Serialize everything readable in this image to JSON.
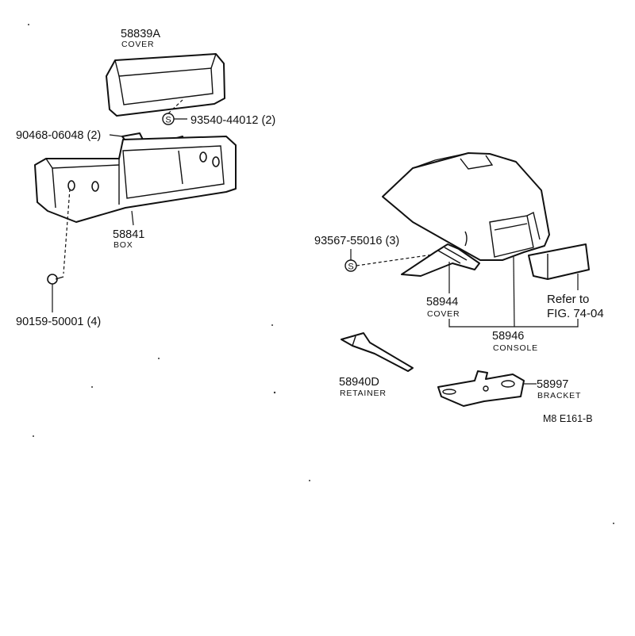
{
  "diagram": {
    "code": "M8 E161-B",
    "parts": [
      {
        "number": "58839A",
        "name": "COVER"
      },
      {
        "number": "93540-44012 (2)",
        "name": ""
      },
      {
        "number": "90468-06048 (2)",
        "name": ""
      },
      {
        "number": "58841",
        "name": "BOX"
      },
      {
        "number": "90159-50001 (4)",
        "name": ""
      },
      {
        "number": "93567-55016 (3)",
        "name": ""
      },
      {
        "number": "58944",
        "name": "COVER"
      },
      {
        "number": "58946",
        "name": "CONSOLE"
      },
      {
        "number": "58940D",
        "name": "RETAINER"
      },
      {
        "number": "58997",
        "name": "BRACKET"
      }
    ],
    "reference": {
      "line1": "Refer to",
      "line2": "FIG. 74-04"
    },
    "screw_symbol": "S"
  }
}
